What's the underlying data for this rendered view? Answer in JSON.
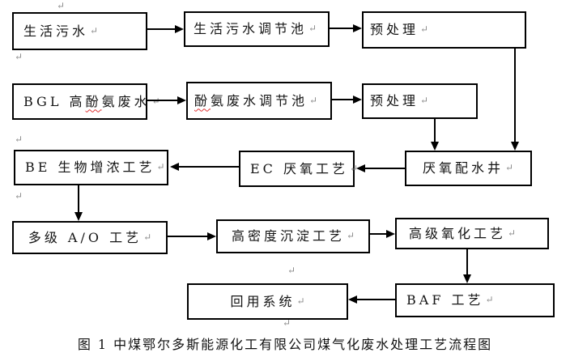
{
  "figure": {
    "caption": "图 1  中煤鄂尔多斯能源化工有限公司煤气化废水处理工艺流程图"
  },
  "marks": {
    "paragraph_glyph": "↵"
  },
  "colors": {
    "background": "#ffffff",
    "box_border": "#000000",
    "text": "#141414",
    "connector": "#000000",
    "spellcheck_underline": "#e03131",
    "paragraph_mark": "#8b8b8b"
  },
  "nodes": [
    {
      "id": "domestic-sewage",
      "label": "生活污水"
    },
    {
      "id": "domestic-sewage-regulation-tank",
      "label": "生活污水调节池"
    },
    {
      "id": "pretreatment-top",
      "label": "预处理"
    },
    {
      "id": "bgl-high-phenol-ammonia-wastewater",
      "label": "BGL 高酚氨废水",
      "parts": [
        "BGL 高",
        "酚",
        "氨废水"
      ]
    },
    {
      "id": "phenol-ammonia-wastewater-regulation-tank",
      "label": "酚氨废水调节池",
      "parts": [
        "",
        "酚",
        "氨废水调节池"
      ]
    },
    {
      "id": "pretreatment-mid",
      "label": "预处理"
    },
    {
      "id": "be-biological-concentration-process",
      "label": "BE 生物增浓工艺"
    },
    {
      "id": "ec-anaerobic-process",
      "label": "EC 厌氧工艺"
    },
    {
      "id": "anaerobic-water-distribution-well",
      "label": "厌氧配水井"
    },
    {
      "id": "multistage-ao-process",
      "label": "多级 A/O 工艺"
    },
    {
      "id": "high-density-sedimentation-process",
      "label": "高密度沉淀工艺"
    },
    {
      "id": "advanced-oxidation-process",
      "label": "高级氧化工艺"
    },
    {
      "id": "reuse-system",
      "label": "回用系统"
    },
    {
      "id": "baf-process",
      "label": "BAF 工艺"
    }
  ],
  "edges": [
    {
      "from": "domestic-sewage",
      "to": "domestic-sewage-regulation-tank"
    },
    {
      "from": "domestic-sewage-regulation-tank",
      "to": "pretreatment-top"
    },
    {
      "from": "pretreatment-top",
      "to": "anaerobic-water-distribution-well"
    },
    {
      "from": "bgl-high-phenol-ammonia-wastewater",
      "to": "phenol-ammonia-wastewater-regulation-tank"
    },
    {
      "from": "phenol-ammonia-wastewater-regulation-tank",
      "to": "pretreatment-mid"
    },
    {
      "from": "pretreatment-mid",
      "to": "anaerobic-water-distribution-well"
    },
    {
      "from": "anaerobic-water-distribution-well",
      "to": "ec-anaerobic-process"
    },
    {
      "from": "ec-anaerobic-process",
      "to": "be-biological-concentration-process"
    },
    {
      "from": "be-biological-concentration-process",
      "to": "multistage-ao-process"
    },
    {
      "from": "multistage-ao-process",
      "to": "high-density-sedimentation-process"
    },
    {
      "from": "high-density-sedimentation-process",
      "to": "advanced-oxidation-process"
    },
    {
      "from": "advanced-oxidation-process",
      "to": "baf-process"
    },
    {
      "from": "baf-process",
      "to": "reuse-system"
    }
  ]
}
